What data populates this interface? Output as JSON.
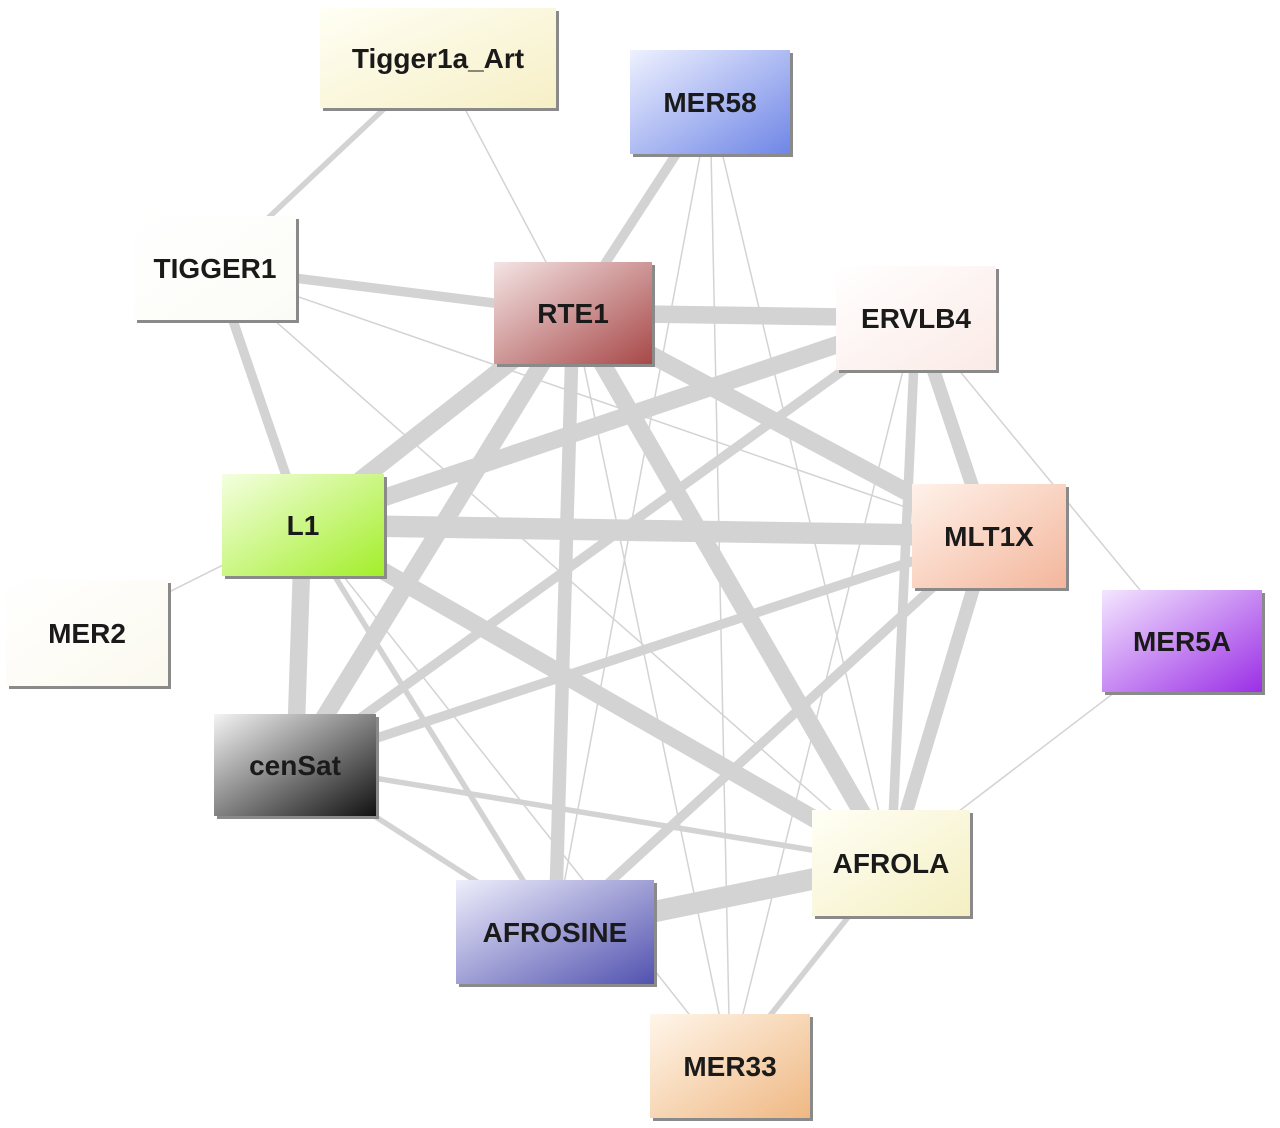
{
  "diagram": {
    "type": "network-graph",
    "nodes": [
      {
        "id": "Tigger1a_Art",
        "label": "Tigger1a_Art",
        "color_from": "#fffff4",
        "color_to": "#f6efc6"
      },
      {
        "id": "MER58",
        "label": "MER58",
        "color_from": "#eef1ff",
        "color_to": "#6f86e6"
      },
      {
        "id": "TIGGER1",
        "label": "TIGGER1",
        "color_from": "#ffffff",
        "color_to": "#fbfbf6"
      },
      {
        "id": "RTE1",
        "label": "RTE1",
        "color_from": "#f4e4e4",
        "color_to": "#a84848"
      },
      {
        "id": "ERVLB4",
        "label": "ERVLB4",
        "color_from": "#ffffff",
        "color_to": "#fbeae6"
      },
      {
        "id": "L1",
        "label": "L1",
        "color_from": "#f4ffe0",
        "color_to": "#a3ee2a"
      },
      {
        "id": "MLT1X",
        "label": "MLT1X",
        "color_from": "#fff2ea",
        "color_to": "#f3b69c"
      },
      {
        "id": "MER2",
        "label": "MER2",
        "color_from": "#ffffff",
        "color_to": "#fbf9ee"
      },
      {
        "id": "MER5A",
        "label": "MER5A",
        "color_from": "#f4e6ff",
        "color_to": "#9b2fe6"
      },
      {
        "id": "cenSat",
        "label": "cenSat",
        "color_from": "#f4f4f4",
        "color_to": "#111111"
      },
      {
        "id": "AFROLA",
        "label": "AFROLA",
        "color_from": "#fffff6",
        "color_to": "#f4efc2"
      },
      {
        "id": "AFROSINE",
        "label": "AFROSINE",
        "color_from": "#eeeefc",
        "color_to": "#5252b0"
      },
      {
        "id": "MER33",
        "label": "MER33",
        "color_from": "#fff6ea",
        "color_to": "#efb883"
      }
    ],
    "edges": [
      {
        "source": "Tigger1a_Art",
        "target": "TIGGER1",
        "weight": 2
      },
      {
        "source": "Tigger1a_Art",
        "target": "RTE1",
        "weight": 1
      },
      {
        "source": "MER58",
        "target": "RTE1",
        "weight": 3
      },
      {
        "source": "MER58",
        "target": "AFROSINE",
        "weight": 1
      },
      {
        "source": "MER58",
        "target": "MER33",
        "weight": 1
      },
      {
        "source": "MER58",
        "target": "AFROLA",
        "weight": 1
      },
      {
        "source": "TIGGER1",
        "target": "RTE1",
        "weight": 3
      },
      {
        "source": "TIGGER1",
        "target": "MLT1X",
        "weight": 1
      },
      {
        "source": "TIGGER1",
        "target": "L1",
        "weight": 3
      },
      {
        "source": "TIGGER1",
        "target": "AFROLA",
        "weight": 1
      },
      {
        "source": "RTE1",
        "target": "ERVLB4",
        "weight": 5
      },
      {
        "source": "RTE1",
        "target": "L1",
        "weight": 5
      },
      {
        "source": "RTE1",
        "target": "cenSat",
        "weight": 5
      },
      {
        "source": "RTE1",
        "target": "AFROSINE",
        "weight": 4
      },
      {
        "source": "RTE1",
        "target": "AFROLA",
        "weight": 5
      },
      {
        "source": "RTE1",
        "target": "MLT1X",
        "weight": 5
      },
      {
        "source": "RTE1",
        "target": "MER33",
        "weight": 1
      },
      {
        "source": "ERVLB4",
        "target": "L1",
        "weight": 5
      },
      {
        "source": "ERVLB4",
        "target": "MLT1X",
        "weight": 4
      },
      {
        "source": "ERVLB4",
        "target": "AFROLA",
        "weight": 3
      },
      {
        "source": "ERVLB4",
        "target": "MER5A",
        "weight": 1
      },
      {
        "source": "ERVLB4",
        "target": "cenSat",
        "weight": 3
      },
      {
        "source": "ERVLB4",
        "target": "MER33",
        "weight": 1
      },
      {
        "source": "L1",
        "target": "MLT1X",
        "weight": 6
      },
      {
        "source": "L1",
        "target": "MER2",
        "weight": 1
      },
      {
        "source": "L1",
        "target": "cenSat",
        "weight": 5
      },
      {
        "source": "L1",
        "target": "AFROSINE",
        "weight": 2
      },
      {
        "source": "L1",
        "target": "AFROLA",
        "weight": 5
      },
      {
        "source": "L1",
        "target": "MER33",
        "weight": 1
      },
      {
        "source": "MLT1X",
        "target": "cenSat",
        "weight": 3
      },
      {
        "source": "MLT1X",
        "target": "AFROSINE",
        "weight": 3
      },
      {
        "source": "MLT1X",
        "target": "AFROLA",
        "weight": 4
      },
      {
        "source": "MER5A",
        "target": "AFROLA",
        "weight": 1
      },
      {
        "source": "cenSat",
        "target": "AFROLA",
        "weight": 2
      },
      {
        "source": "cenSat",
        "target": "AFROSINE",
        "weight": 2
      },
      {
        "source": "AFROSINE",
        "target": "AFROLA",
        "weight": 6
      },
      {
        "source": "AFROLA",
        "target": "MER33",
        "weight": 2
      }
    ]
  }
}
